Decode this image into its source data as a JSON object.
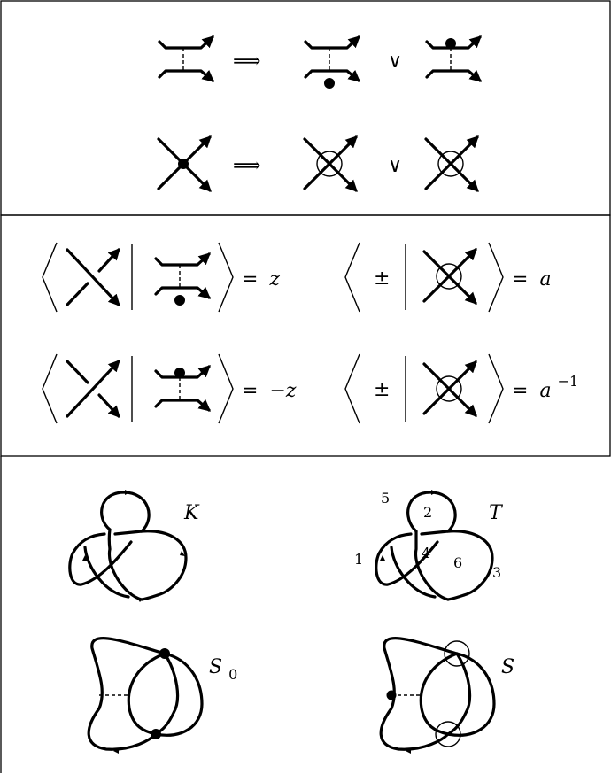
{
  "symbols": {
    "implies": "⟹",
    "or": "∨",
    "equals": "=",
    "plus_minus": "±"
  },
  "brackets": {
    "pos_smoothing": "z",
    "neg_smoothing": "−z",
    "pm_flip_pos": "a",
    "pm_flip_neg_base": "a",
    "pm_flip_neg_exp": "−1"
  },
  "knots": {
    "K_label": "K",
    "T_label": "T",
    "S0_label": "S",
    "S0_sub": "0",
    "S_label": "S",
    "T_regions": [
      "5",
      "2",
      "1",
      "4",
      "6",
      "3"
    ]
  }
}
